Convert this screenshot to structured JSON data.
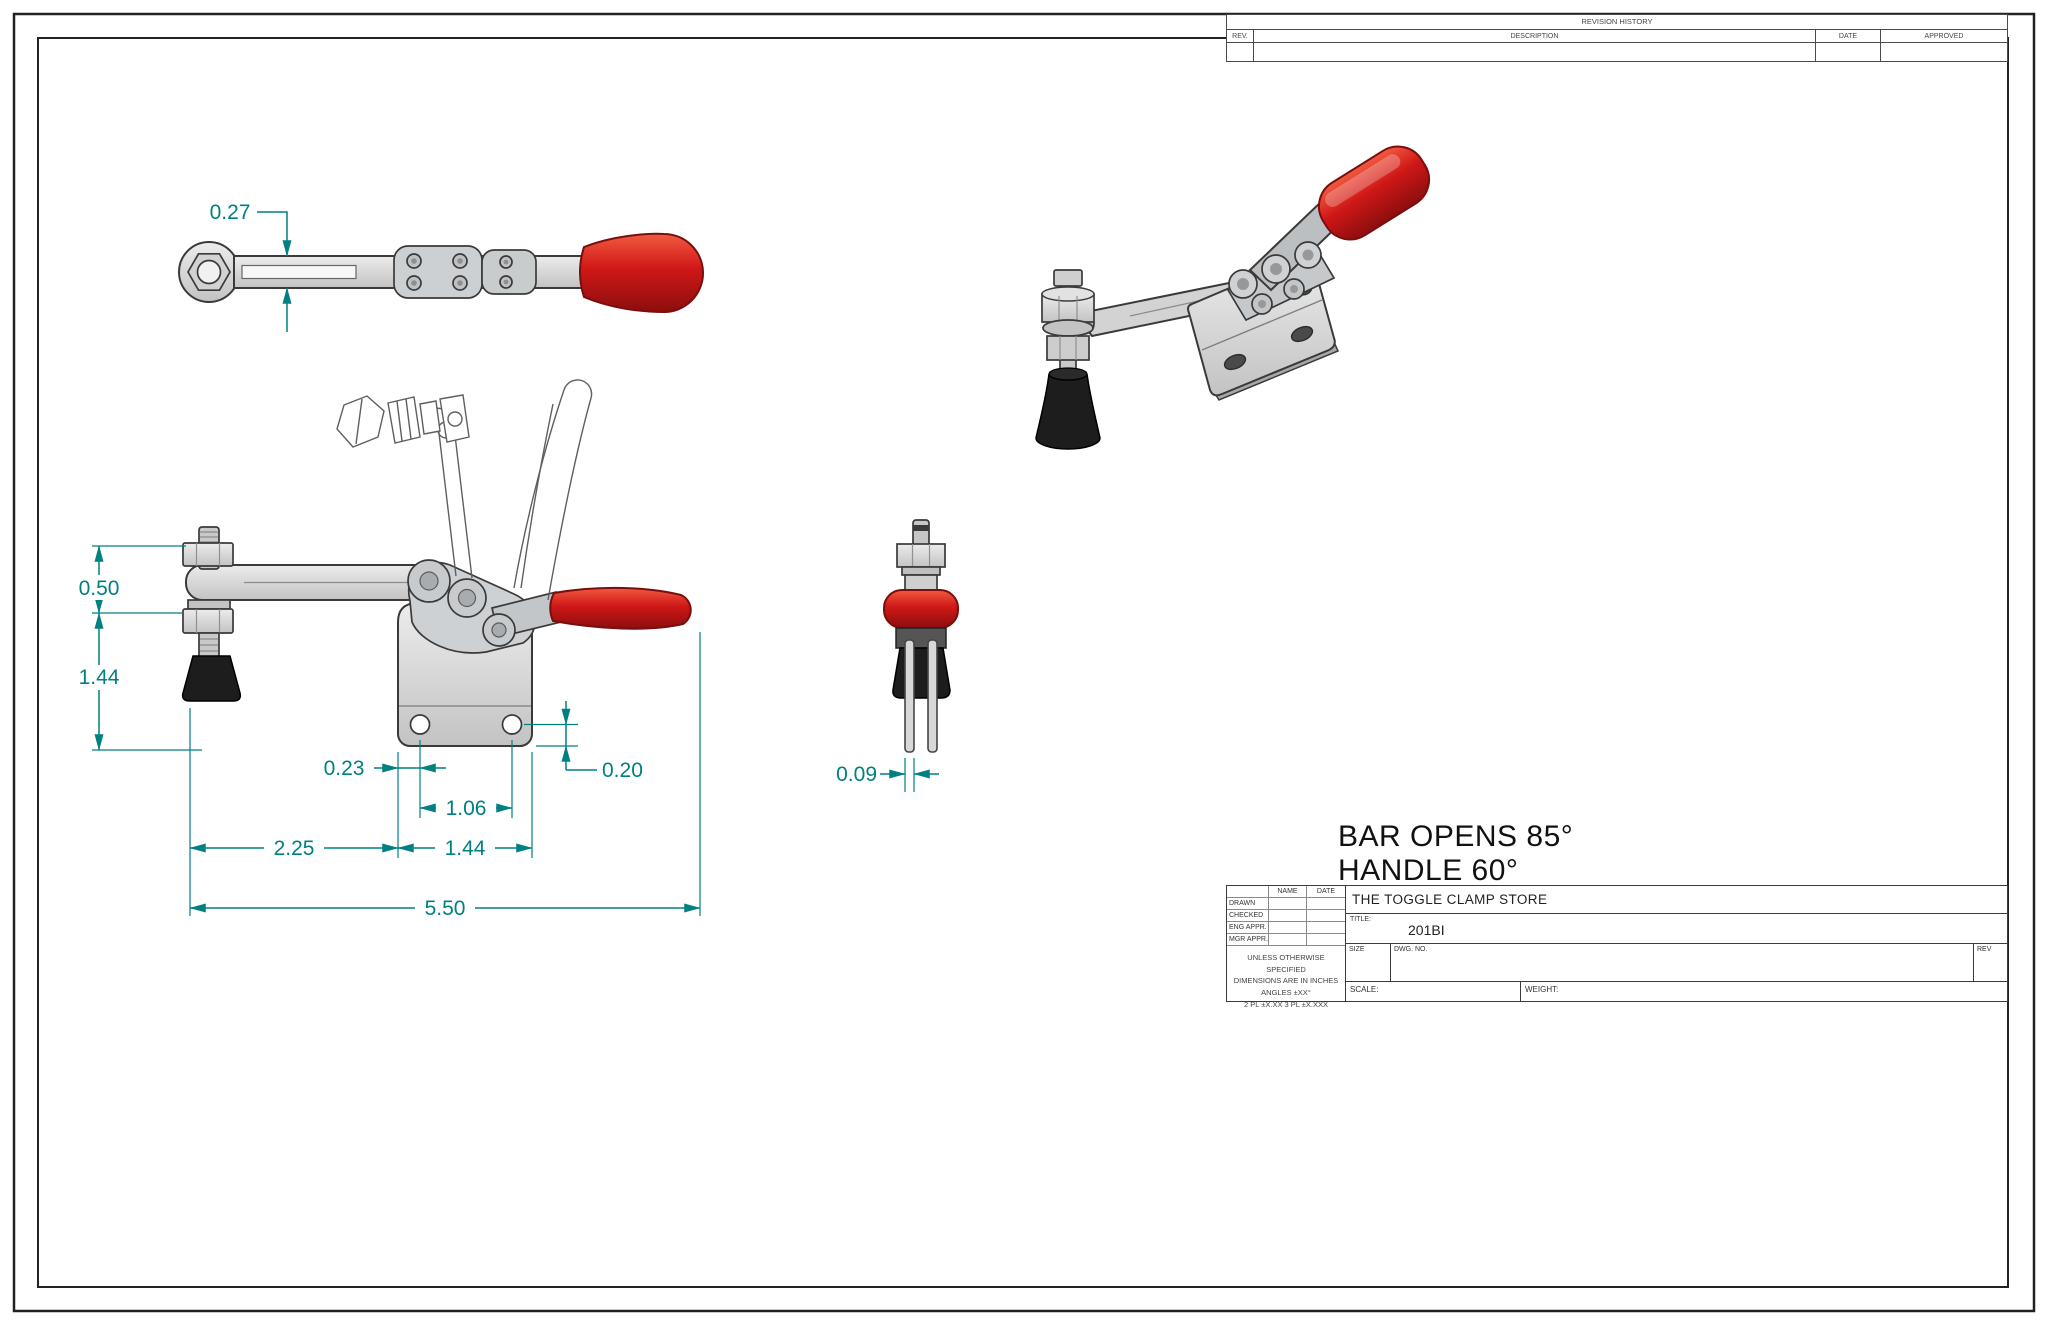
{
  "notes": {
    "bar_opens": "BAR OPENS 85°",
    "handle": "HANDLE 60°"
  },
  "dims": {
    "top_bar_thickness": "0.27",
    "arm_height": "0.50",
    "overall_height": "1.44",
    "hole_edge_offset": "0.23",
    "hole_spacing": "1.06",
    "spindle_to_base": "2.25",
    "base_width": "1.44",
    "overall_length": "5.50",
    "hole_bottom_offset": "0.20",
    "plate_thickness": "0.09"
  },
  "revision_table": {
    "title": "REVISION HISTORY",
    "headers": {
      "rev": "REV.",
      "description": "DESCRIPTION",
      "date": "DATE",
      "approved": "APPROVED"
    }
  },
  "title_block": {
    "company": "THE TOGGLE CLAMP STORE",
    "title_label": "TITLE:",
    "part_number": "201BI",
    "size_label": "SIZE",
    "dwg_label": "DWG. NO.",
    "rev_label": "REV",
    "scale_label": "SCALE:",
    "weight_label": "WEIGHT:",
    "approvals": {
      "name": "NAME",
      "date": "DATE",
      "drawn": "DRAWN",
      "checked": "CHECKED",
      "eng": "ENG APPR.",
      "mgr": "MGR APPR."
    },
    "tolerance": {
      "l1": "UNLESS OTHERWISE SPECIFIED",
      "l2": "DIMENSIONS ARE IN INCHES",
      "l3": "ANGLES ±XX°",
      "l4": "2 PL ±X.XX 3 PL ±X.XXX"
    }
  },
  "colors": {
    "dimension": "#008080",
    "handle_red": "#d21f1f",
    "rubber_black": "#1d1d1d",
    "metal_gray": "#d6d6d6"
  }
}
